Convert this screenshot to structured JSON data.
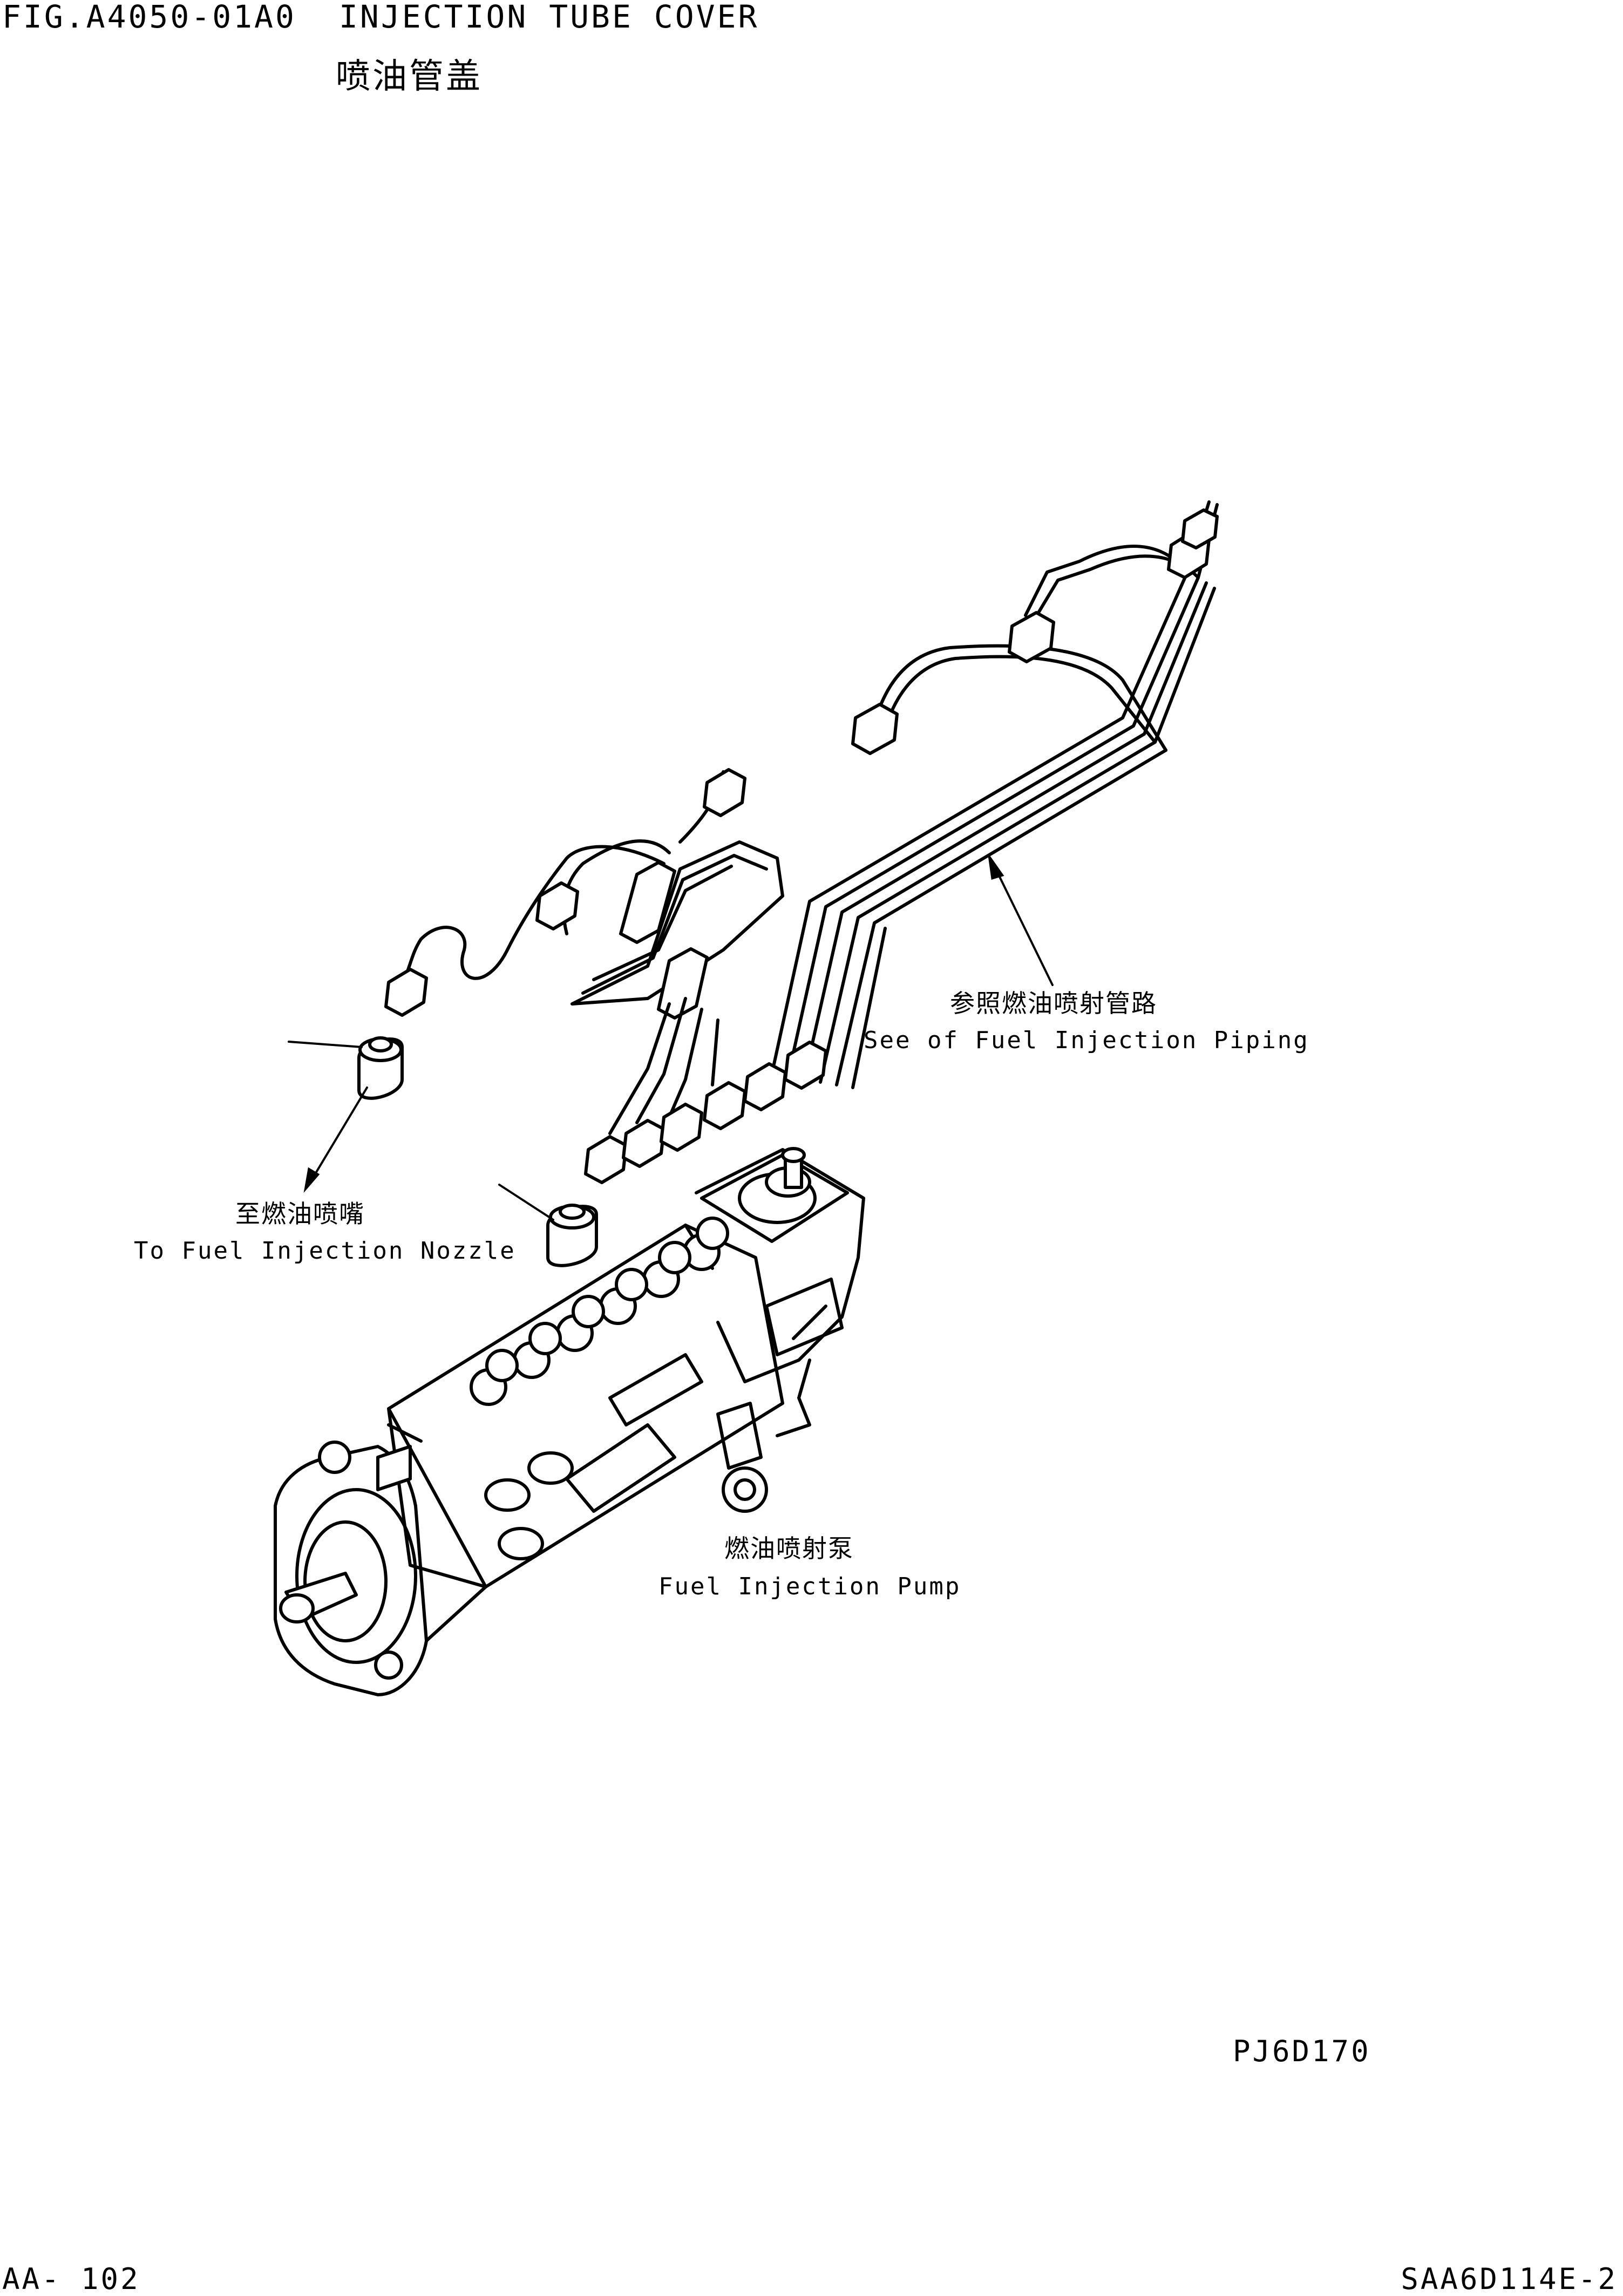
{
  "header": {
    "figure_number": "FIG.A4050-01A0",
    "title_en": "INJECTION TUBE COVER",
    "title_cn": "喷油管盖"
  },
  "labels": {
    "piping": {
      "cn": "参照燃油喷射管路",
      "en": "See of Fuel Injection Piping"
    },
    "nozzle": {
      "cn": "至燃油喷嘴",
      "en": "To Fuel Injection Nozzle"
    },
    "pump": {
      "cn": "燃油喷射泵",
      "en": "Fuel Injection Pump"
    }
  },
  "drawing_code": "PJ6D170",
  "footer": {
    "page": "AA- 102",
    "model": "SAA6D114E-2"
  }
}
